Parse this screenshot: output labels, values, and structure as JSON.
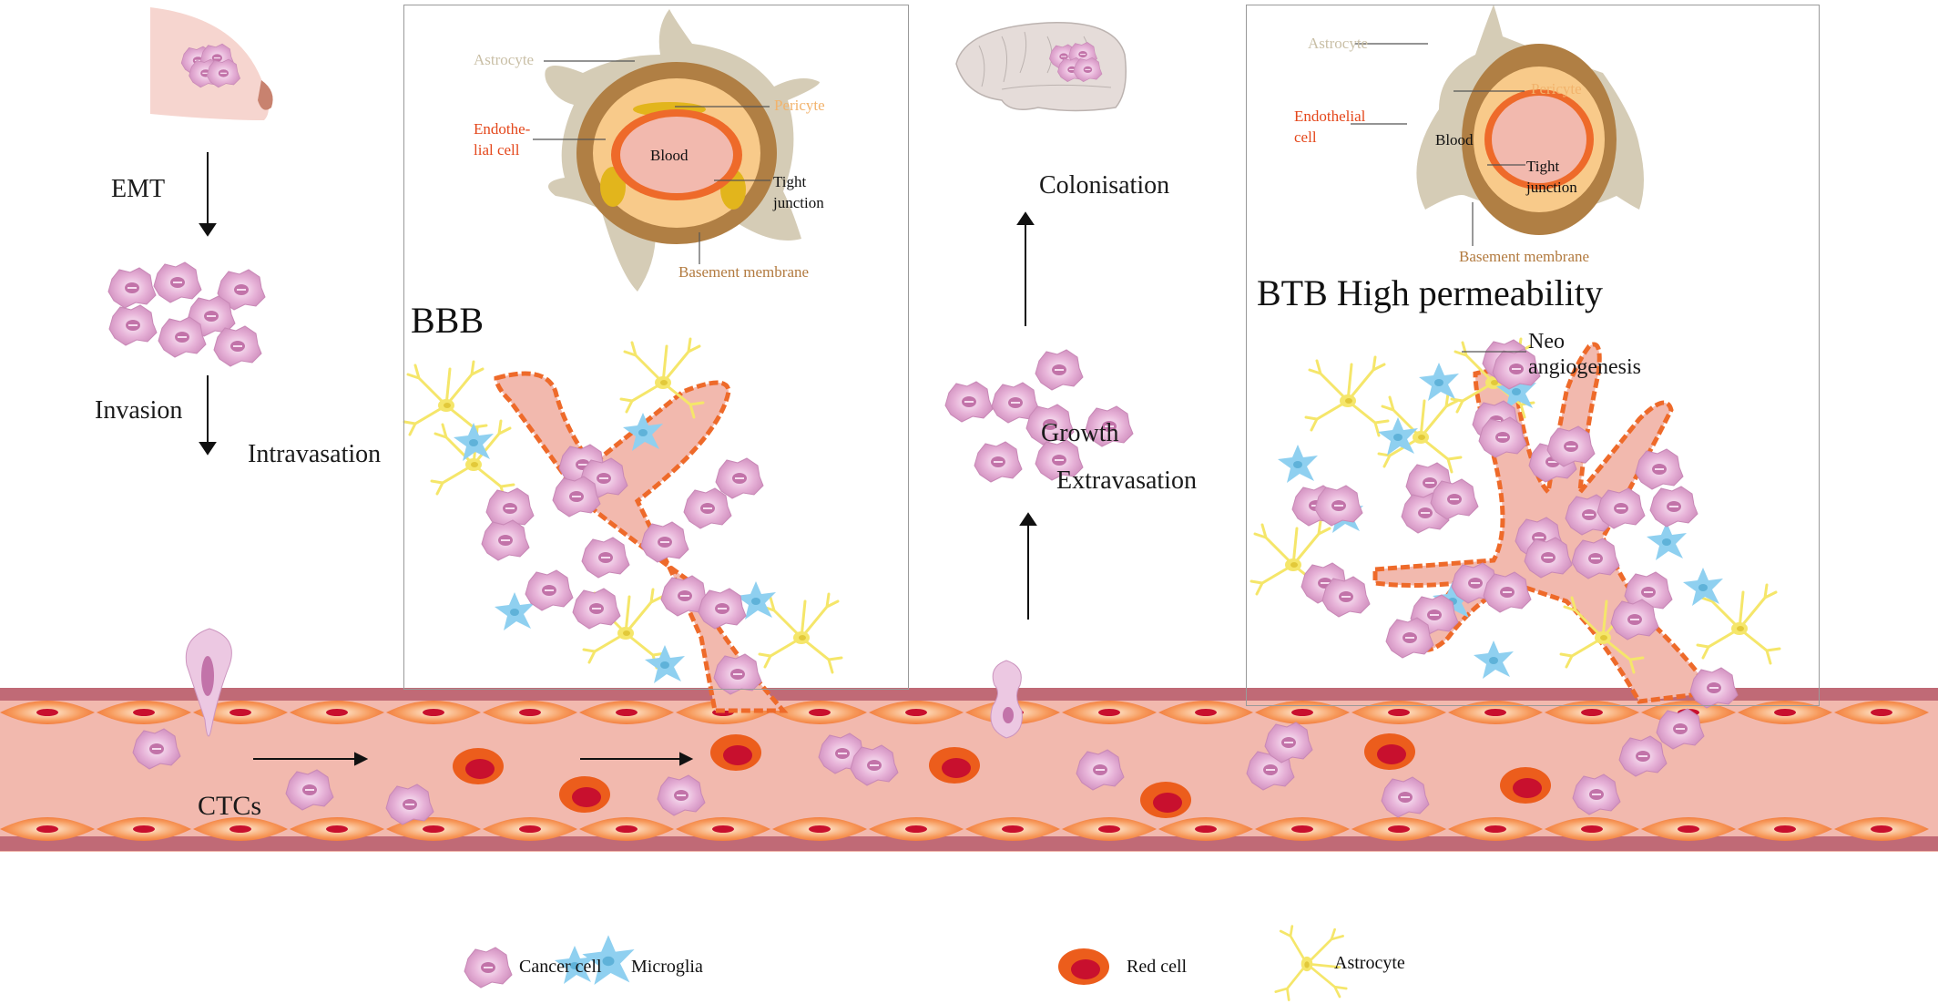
{
  "figure": {
    "title": "Breast cancer brain metastasis cascade",
    "steps": {
      "emt": "EMT",
      "invasion": "Invasion",
      "intravasation": "Intravasation",
      "ctcs": "CTCs",
      "extravasation": "Extravasation",
      "growth": "Growth",
      "colonisation": "Colonisation"
    },
    "bbb_panel": {
      "title": "BBB",
      "labels": {
        "astrocyte": "Astrocyte",
        "pericyte": "Pericyte",
        "endothelial_line1": "Endothe-",
        "endothelial_line2": "lial cell",
        "blood": "Blood",
        "tight_line1": "Tight",
        "tight_line2": "junction",
        "basement": "Basement membrane"
      }
    },
    "btb_panel": {
      "title": "BTB High permeability",
      "labels": {
        "astrocyte": "Astrocyte",
        "pericyte": "Pericyte",
        "endothelial_line1": "Endothelial",
        "endothelial_line2": "cell",
        "blood": "Blood",
        "tight_line1": "Tight",
        "tight_line2": "junction",
        "basement": "Basement membrane",
        "neo_line1": "Neo",
        "neo_line2": "angiogenesis"
      }
    },
    "legend": [
      {
        "icon": "cancer-cell-icon",
        "label": "Cancer cell"
      },
      {
        "icon": "microglia-icon",
        "label": "Microglia"
      },
      {
        "icon": "red-cell-icon",
        "label": "Red cell"
      },
      {
        "icon": "astrocyte-icon",
        "label": "Astrocyte"
      }
    ],
    "colors": {
      "vessel_wall": "#c06a76",
      "vessel_lumen": "#f2b9ae",
      "endothelium": "#ee6a2a",
      "red_cell_outer": "#ec5d1c",
      "red_cell_inner": "#c8102e",
      "cancer_cell": "#d79ac8",
      "cancer_nucleus": "#c273a9",
      "microglia": "#8fd0f0",
      "astrocyte": "#f5e66a",
      "breast": "#f6d5cf",
      "brain": "#e5dcd9",
      "astrocyte_label": "#c9bfa6",
      "pericyte_label": "#f2b36c",
      "endothelial_label": "#e4471b",
      "basement_label": "#b27a3f"
    }
  }
}
